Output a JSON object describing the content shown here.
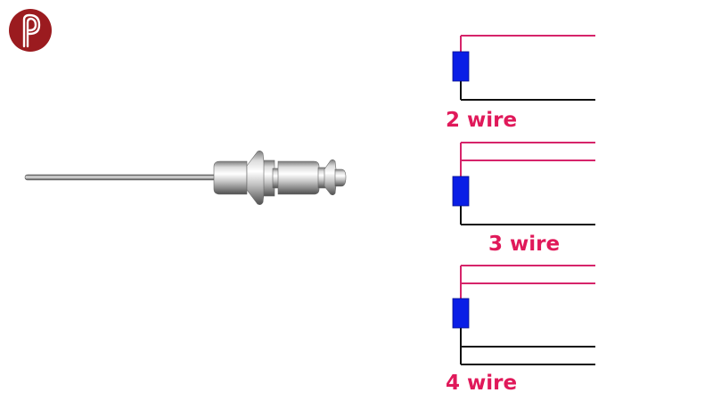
{
  "colors": {
    "logo_bg": "#9b1b1f",
    "logo_mark": "#ffffff",
    "sense_lead": "#d6246a",
    "return_lead": "#111111",
    "element": "#0a1ee6",
    "label": "#e0195a"
  },
  "logo": {
    "icon": "p-monogram-logo"
  },
  "probe": {
    "icon": "rtd-probe"
  },
  "configurations": [
    {
      "label": "2 wire",
      "red_leads": 1,
      "black_leads": 1
    },
    {
      "label": "3 wire",
      "red_leads": 2,
      "black_leads": 1
    },
    {
      "label": "4 wire",
      "red_leads": 2,
      "black_leads": 2
    }
  ]
}
